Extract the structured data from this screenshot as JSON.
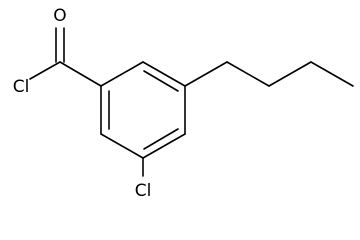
{
  "molecule": {
    "atoms": {
      "oxygen": "O",
      "acyl_chlorine": "Cl",
      "ring_chlorine": "Cl"
    }
  }
}
